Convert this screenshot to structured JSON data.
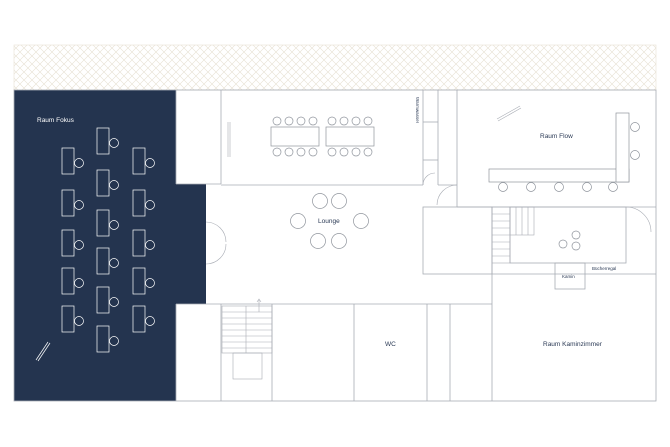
{
  "rooms": {
    "fokus": "Raum Fokus",
    "flow": "Raum Flow",
    "lounge": "Lounge",
    "wc": "WC",
    "kaminzimmer": "Raum Kaminzimmer"
  },
  "labels": {
    "warmwasser": "Warmwasser",
    "kamin": "Kamin",
    "buecherregal": "Bücherregal"
  },
  "colors": {
    "fokus_fill": "#24344f",
    "terrace_hatch": "#e6e0d2",
    "wall": "#a8acb4"
  }
}
